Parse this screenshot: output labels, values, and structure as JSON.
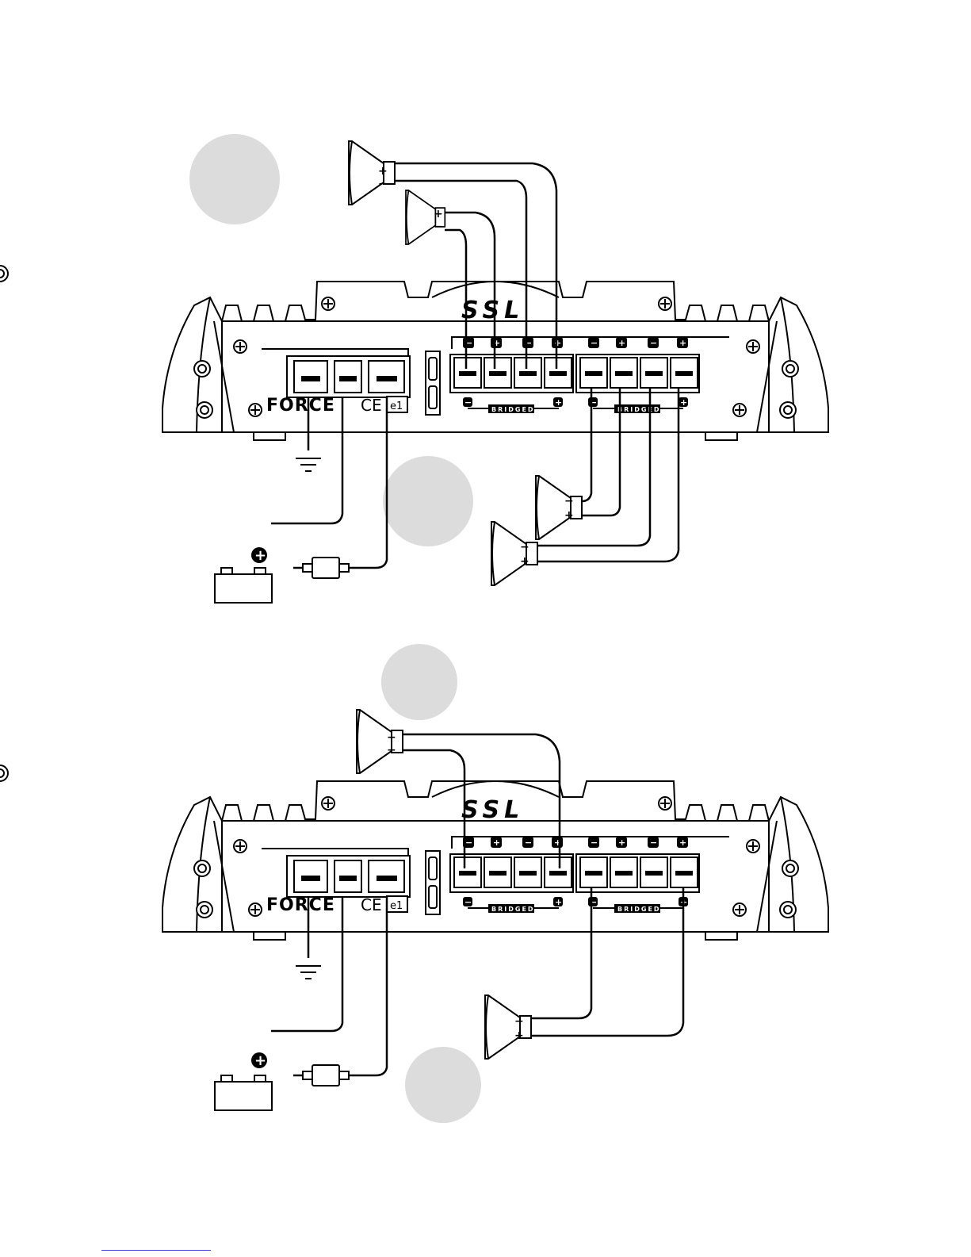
{
  "brand": "SSL",
  "logo": "FORCE",
  "certifications": {
    "ce": "CE",
    "e_mark": "e1"
  },
  "bridged_label": "BRIDGED",
  "terminal_signs": [
    "−",
    "+",
    "−",
    "+",
    "−",
    "+",
    "−",
    "+"
  ],
  "bridged_signs": [
    "−",
    "+"
  ],
  "speaker_signs": {
    "plus": "+",
    "minus": "−"
  },
  "battery_sign": "+",
  "colors": {
    "line": "#000000",
    "callout_circle": "#dcdcdc",
    "link_rule": "#3a3ad0"
  }
}
